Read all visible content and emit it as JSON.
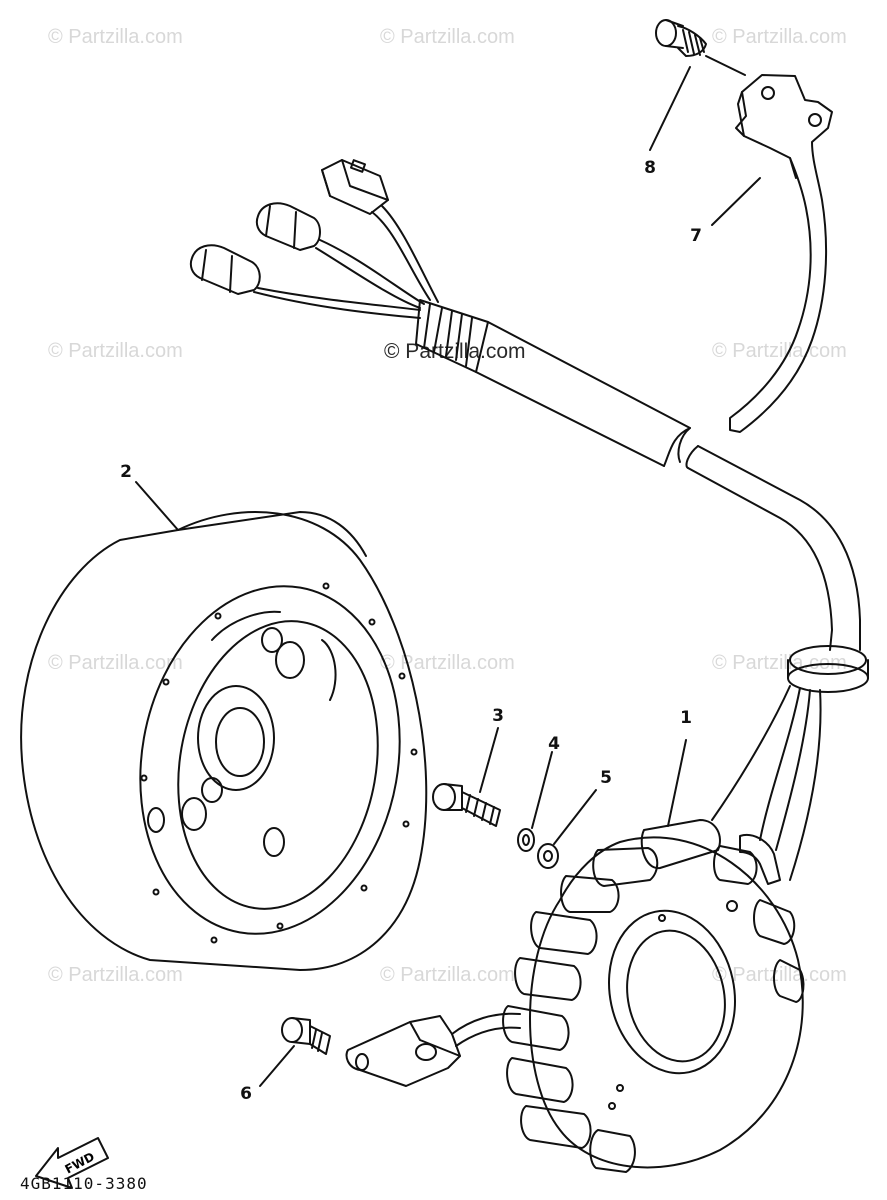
{
  "watermarks": {
    "text": "© Partzilla.com",
    "center_text": "© Partzilla.com"
  },
  "callouts": {
    "c1": "1",
    "c2": "2",
    "c3": "3",
    "c4": "4",
    "c5": "5",
    "c6": "6",
    "c7": "7",
    "c8": "8"
  },
  "fwd_label": "FWD",
  "diagram_code": "4GB1110-3380"
}
